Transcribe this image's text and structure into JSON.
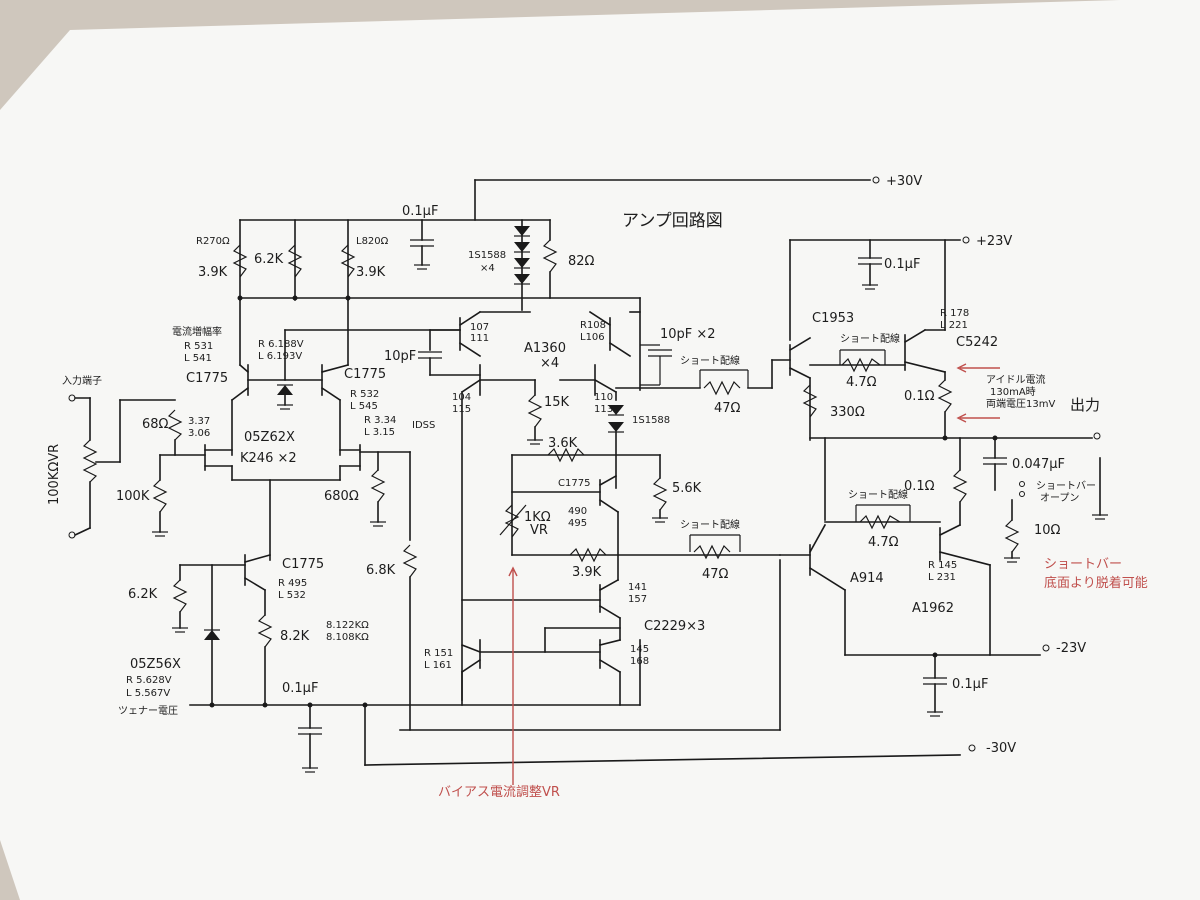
{
  "title": "アンプ回路図",
  "rails": {
    "p30": "+30V",
    "p23": "+23V",
    "n23": "-23V",
    "n30": "-30V"
  },
  "input": {
    "terminal": "入力端子",
    "vr": "100KΩVR",
    "r100k": "100K",
    "r68": "68Ω",
    "v1": "3.37",
    "v2": "3.06"
  },
  "diff": {
    "r270": "R270Ω",
    "r39k_l": "3.9K",
    "r62k": "6.2K",
    "l820": "L820Ω",
    "r39k_r": "3.9K",
    "gain_rank": "電流増幅率",
    "gain_r": "R  531",
    "gain_l": "L  541",
    "c1775_l": "C1775",
    "c1775_r": "C1775",
    "zener_r": "R 6.188V",
    "zener_l": "L 6.193V",
    "zener_part": "05Z62X",
    "fet": "K246 ×2",
    "rank_r": "R  532",
    "rank_l": "L  545",
    "idss_r": "R 3.34",
    "idss_l": "L 3.15",
    "idss": "IDSS",
    "r680": "680Ω",
    "r68k": "6.8K"
  },
  "ccs": {
    "c1775": "C1775",
    "r495": "R  495",
    "l532": "L  532",
    "r62k": "6.2K",
    "r82k": "8.2K",
    "k1": "8.122KΩ",
    "k2": "8.108KΩ",
    "zener": "05Z56X",
    "zr": "R  5.628V",
    "zl": "L  5.567V",
    "zener_label": "ツェナー電圧",
    "cap01": "0.1μF"
  },
  "vas": {
    "cap01": "0.1μF",
    "diode": "1S1588",
    "x4": "×4",
    "r82": "82Ω",
    "q107": "107",
    "q111": "111",
    "a1360": "A1360",
    "a1360x4": "×4",
    "r108": "R108",
    "l106": "L106",
    "c10pf2": "10pF ×2",
    "c10pf": "10pF",
    "q104": "104",
    "q115": "115",
    "r15k": "15K",
    "q110": "110",
    "q113": "113",
    "diode2": "1S1588"
  },
  "bias": {
    "r36k": "3.6K",
    "c1775": "C1775",
    "h490": "490",
    "h495": "495",
    "vr1k": "1KΩ",
    "vr": "VR",
    "r56k": "5.6K",
    "r39k": "3.9K",
    "q141": "141",
    "q157": "157",
    "c2229": "C2229×3",
    "r151": "R 151",
    "l161": "L 161",
    "q145": "145",
    "q168": "168",
    "short_top": "ショート配線",
    "short_mid": "ショート配線",
    "r47a": "47Ω",
    "r47b": "47Ω"
  },
  "output": {
    "cap01_top": "0.1μF",
    "c1953": "C1953",
    "short": "ショート配線",
    "r47": "4.7Ω",
    "r178": "R 178",
    "l221": "L 221",
    "c5242": "C5242",
    "r330": "330Ω",
    "r01a": "0.1Ω",
    "idle_title": "アイドル電流",
    "idle_val": "130mA時",
    "idle_v": "両端電圧13mV",
    "out_label": "出力",
    "cap047": "0.047μF",
    "shortbar": "ショートバー",
    "open": "オープン",
    "r10": "10Ω",
    "r01b": "0.1Ω",
    "short2": "ショート配線",
    "r47b": "4.7Ω",
    "a914": "A914",
    "r145": "R  145",
    "l231": "L  231",
    "a1962": "A1962",
    "cap01_bot": "0.1μF",
    "note1": "ショートバー",
    "note2": "底面より脱着可能"
  },
  "bias_vr_note": "バイアス電流調整VR",
  "colors": {
    "paper": "#f7f7f5",
    "background": "#cfc7bd",
    "ink": "#1a1a1a",
    "annotation": "#c0504d"
  }
}
